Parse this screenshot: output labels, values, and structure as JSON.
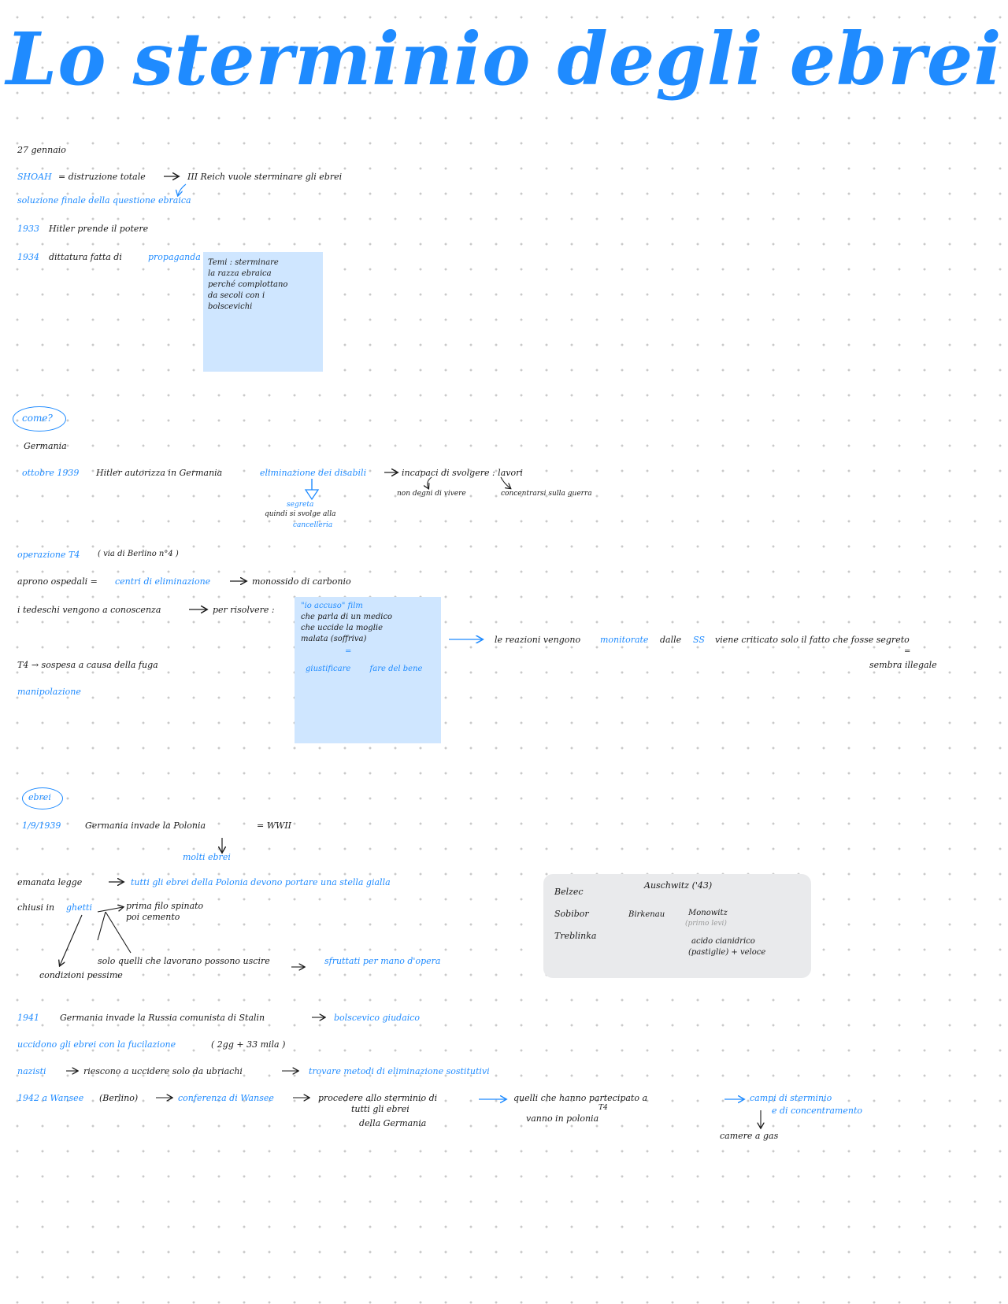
{
  "title": "Lo sterminio degli ebrei",
  "s1": {
    "date": "27 gennaio",
    "shoah_label": "SHOAH",
    "shoah_def": "= distruzione totale",
    "reich": "III Reich vuole sterminare gli ebrei",
    "soluzione": "soluzione finale della questione ebraica",
    "y1933_year": "1933",
    "y1933_text": "Hitler prende il potere",
    "y1934_year": "1934",
    "y1934_text": "dittatura fatta di",
    "propaganda": "propaganda",
    "note_lines": [
      "Temi : sterminare",
      "la razza ebraica",
      "perché complottano",
      "da secoli con i",
      "bolscevichi"
    ]
  },
  "s2": {
    "come": "come?",
    "germania": "Germania",
    "ottobre": "ottobre 1939",
    "hitler_aut": "Hitler autorizza in Germania",
    "eliminazione": "eliminazione dei disabili",
    "incapaci": "incapaci di svolgere : lavori",
    "non_degni": "non degni di vivere",
    "concentrarsi": "concentrarsi sulla guerra",
    "segreta": "segreta",
    "quindi": "quindi si svolge alla",
    "cancelleria": "cancelleria",
    "operazione": "operazione T4",
    "via": "( via di Berlino n°4 )",
    "aprono": "aprono ospedali =",
    "centri": "centri di eliminazione",
    "monossido": "monossido di carbonio",
    "tedeschi": "i tedeschi vengono a conoscenza",
    "per_risolvere": "per risolvere :",
    "note2": [
      "\"io accuso\" film",
      "che parla di un medico",
      "che uccide la moglie",
      "malata (soffriva)"
    ],
    "eq": "=",
    "giustificare": "giustificare",
    "fare_bene": "fare del bene",
    "reazioni_a": "le reazioni vengono",
    "monitorate": "monitorate",
    "reazioni_b": "dalle",
    "ss": "SS",
    "reazioni_c": "viene criticato solo il fatto che fosse segreto",
    "eq2": "=",
    "sembra": "sembra illegale",
    "t4_sospesa": "T4 → sospesa a causa della fuga",
    "manipolazione": "manipolazione"
  },
  "s3": {
    "ebrei": "ebrei",
    "date1939": "1/9/1939",
    "invade_polonia": "Germania invade la Polonia",
    "wwii": "= WWII",
    "molti": "molti ebrei",
    "emanata": "emanata legge",
    "tutti_ebrei": "tutti gli ebrei della Polonia devono portare una stella gialla",
    "chiusi": "chiusi in",
    "ghetti": "ghetti",
    "prima_filo": "prima filo spinato",
    "poi_cemento": "poi cemento",
    "solo_quelli": "solo quelli che lavorano possono uscire",
    "sfruttati": "sfruttati per mano d'opera",
    "condizioni": "condizioni pessime",
    "camps_left": [
      "Belzec",
      "Sobibor",
      "Treblinka"
    ],
    "auschwitz": "Auschwitz ('43)",
    "birkenau": "Birkenau",
    "monowitz": "Monowitz",
    "primo_levi": "(primo levi)",
    "acido": "acido cianidrico",
    "pastiglie": "(pastiglie) + veloce",
    "y1941_year": "1941",
    "y1941_text": "Germania invade la Russia comunista di Stalin",
    "bolscevico": "bolscevico giudaico",
    "uccidono": "uccidono gli ebrei con la fucilazione",
    "uccidono_tail": "( 2gg + 33 mila )",
    "nazisti": "nazisti",
    "riescono": "riescono a uccidere solo da ubriachi",
    "trovare": "trovare metodi di eliminazione sostitutivi",
    "y1942": "1942 a Wansee",
    "berlino": "(Berlino)",
    "conferenza": "conferenza di Wansee",
    "procedere": [
      "procedere allo sterminio di",
      "tutti gli ebrei",
      "della Germania"
    ],
    "quelli": "quelli che hanno partecipato a",
    "t4_small": "T4",
    "vanno": "vanno in polonia",
    "campi": "campi di sterminio",
    "concentramento": "e di concentramento",
    "camere": "camere a gas"
  }
}
